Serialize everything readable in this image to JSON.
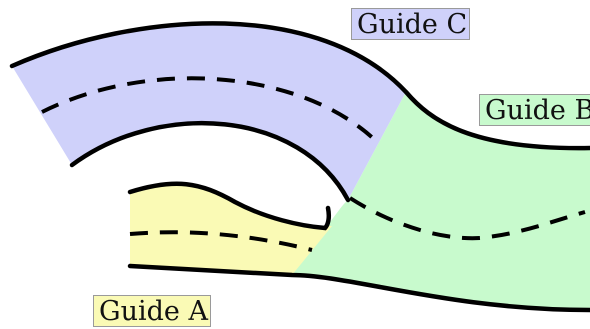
{
  "guides": [
    {
      "id": "A",
      "label": "Guide A",
      "fill": "#fafab5"
    },
    {
      "id": "B",
      "label": "Guide B",
      "fill": "#c8facd"
    },
    {
      "id": "C",
      "label": "Guide C",
      "fill": "#cfd1fa"
    }
  ],
  "colors": {
    "edge": "#000000",
    "background": "#ffffff"
  }
}
